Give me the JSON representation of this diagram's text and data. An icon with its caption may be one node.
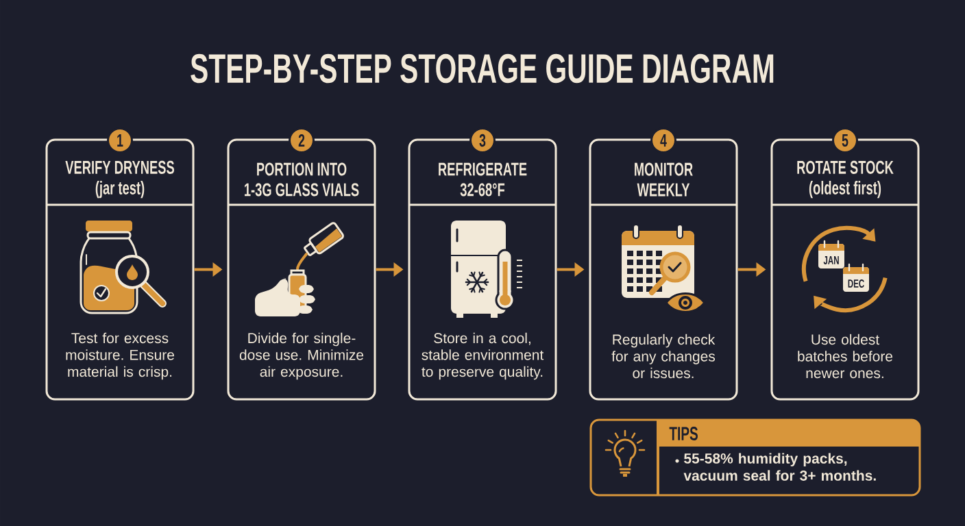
{
  "diagram": {
    "title": "STEP-BY-STEP STORAGE GUIDE DIAGRAM",
    "nodes": [
      {
        "text": [
          "1",
          "VERIFY DRYNESS (jar test)",
          "Test for excess moisture. Ensure material is crisp."
        ]
      },
      {
        "text": [
          "2",
          "PORTION INTO 1-3G GLASS VIALS",
          "Divide for single-dose use. Minimize air exposure."
        ]
      },
      {
        "text": [
          "3",
          "REFRIGERATE 32-68°F",
          "Store in a cool, stable environment to preserve quality."
        ]
      },
      {
        "text": [
          "4",
          "MONITOR WEEKLY",
          "Regularly check for any changes or issues."
        ]
      },
      {
        "text": [
          "5",
          "ROTATE STOCK (oldest first)",
          "Use oldest batches before newer ones."
        ]
      },
      {
        "text": [
          "TIPS",
          "55-58% humidity packs, vacuum seal for 3+ months."
        ]
      }
    ],
    "edges": [
      {
        "from": 0,
        "to": 1,
        "arrow": "to"
      },
      {
        "from": 1,
        "to": 2,
        "arrow": "to"
      },
      {
        "from": 2,
        "to": 3,
        "arrow": "to"
      },
      {
        "from": 3,
        "to": 4,
        "arrow": "to"
      }
    ],
    "labels": [
      "JAN",
      "DEC"
    ]
  }
}
